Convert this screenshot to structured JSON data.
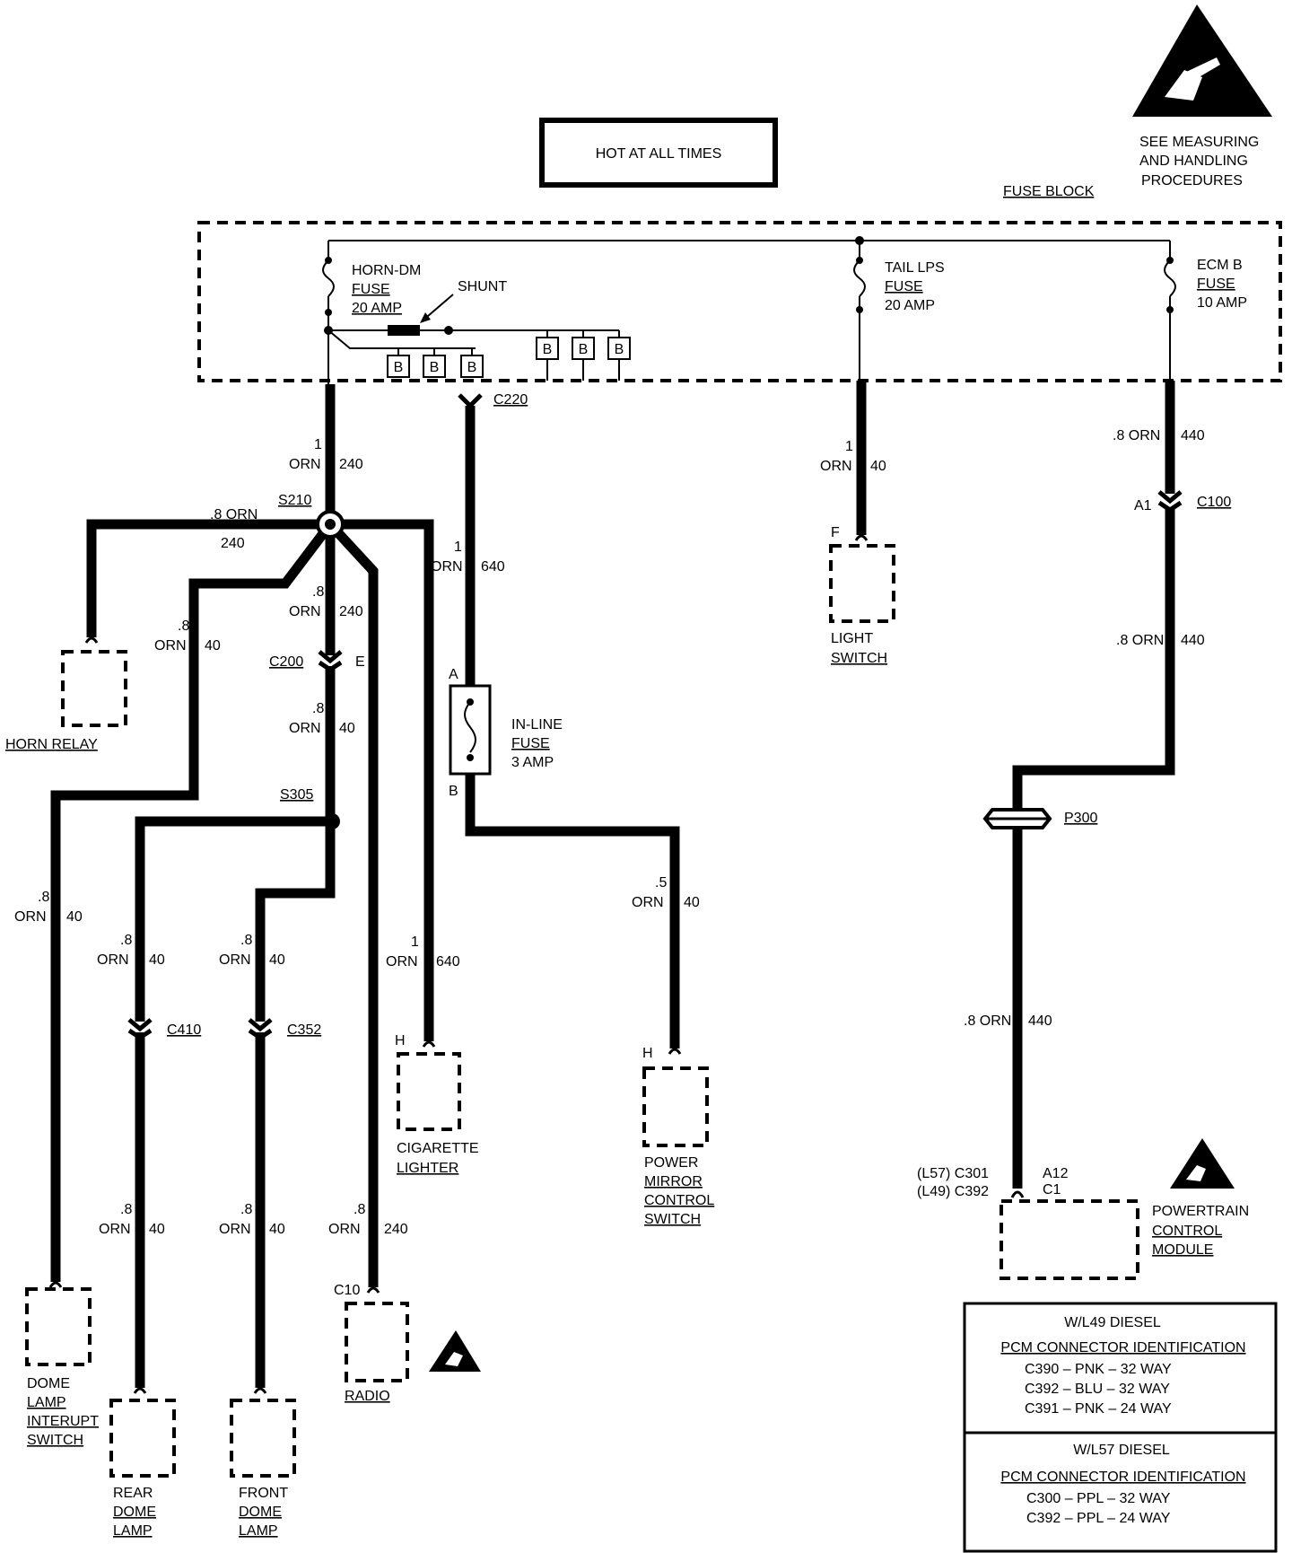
{
  "header": {
    "hot_label": "HOT AT ALL TIMES"
  },
  "esd_note": {
    "line1": "SEE MEASURING",
    "line2": "AND HANDLING",
    "line3": "PROCEDURES"
  },
  "fuse_block": {
    "title": "FUSE BLOCK",
    "horn_fuse": {
      "line1": "HORN-DM",
      "line2": "FUSE",
      "line3": "20 AMP"
    },
    "shunt": "SHUNT",
    "tail_fuse": {
      "line1": "TAIL LPS",
      "line2": "FUSE",
      "line3": "20 AMP"
    },
    "ecm_fuse": {
      "line1": "ECM B",
      "line2": "FUSE",
      "line3": "10 AMP"
    },
    "bus_label": "B"
  },
  "wires": {
    "w240_top": {
      "gauge": "1",
      "color": "ORN",
      "circuit": "240"
    },
    "w240_horn": {
      "gauge": ".8 ORN",
      "circuit": "240"
    },
    "w40_dome_interrupt": {
      "gauge": ".8",
      "color": "ORN",
      "circuit": "40"
    },
    "w240_c200": {
      "gauge": ".8",
      "color": "ORN",
      "circuit": "240"
    },
    "w40_below_c200": {
      "gauge": ".8",
      "color": "ORN",
      "circuit": "40"
    },
    "w640_c220": {
      "gauge": "1",
      "color": "ORN",
      "circuit": "640"
    },
    "w40_tail": {
      "gauge": "1",
      "color": "ORN",
      "circuit": "40"
    },
    "w440_top": {
      "gauge": ".8 ORN",
      "circuit": "440"
    },
    "w440_mid": {
      "gauge": ".8 ORN",
      "circuit": "440"
    },
    "w440_bottom": {
      "gauge": ".8 ORN",
      "circuit": "440"
    },
    "w40_mirror": {
      "gauge": ".5",
      "color": "ORN",
      "circuit": "40"
    },
    "w40_dome_left": {
      "gauge": ".8",
      "color": "ORN",
      "circuit": "40"
    },
    "w40_rear_top": {
      "gauge": ".8",
      "color": "ORN",
      "circuit": "40"
    },
    "w40_front_top": {
      "gauge": ".8",
      "color": "ORN",
      "circuit": "40"
    },
    "w640_lighter": {
      "gauge": "1",
      "color": "ORN",
      "circuit": "640"
    },
    "w40_rear_bottom": {
      "gauge": ".8",
      "color": "ORN",
      "circuit": "40"
    },
    "w40_front_bottom": {
      "gauge": ".8",
      "color": "ORN",
      "circuit": "40"
    },
    "w240_radio": {
      "gauge": ".8",
      "color": "ORN",
      "circuit": "240"
    }
  },
  "connectors": {
    "c220": "C220",
    "s210": "S210",
    "c200": "C200",
    "c200_pin": "E",
    "s305": "S305",
    "c100": "C100",
    "c100_pin": "A1",
    "p300": "P300",
    "c410": "C410",
    "c352": "C352",
    "c10": "C10",
    "pin_a": "A",
    "pin_b": "B",
    "pin_f": "F",
    "pin_h_lighter": "H",
    "pin_h_mirror": "H",
    "pcm_l57": "(L57) C301",
    "pcm_l49": "(L49) C392",
    "pcm_a12": "A12",
    "pcm_c1": "C1"
  },
  "inline_fuse": {
    "line1": "IN-LINE",
    "line2": "FUSE",
    "line3": "3 AMP"
  },
  "components": {
    "horn_relay": "HORN RELAY",
    "light_switch": {
      "line1": "LIGHT",
      "line2": "SWITCH"
    },
    "cigarette_lighter": {
      "line1": "CIGARETTE",
      "line2": "LIGHTER"
    },
    "power_mirror": {
      "line1": "POWER",
      "line2": "MIRROR",
      "line3": "CONTROL",
      "line4": "SWITCH"
    },
    "pcm": {
      "line1": "POWERTRAIN",
      "line2": "CONTROL",
      "line3": "MODULE"
    },
    "dome_interrupt": {
      "line1": "DOME",
      "line2": "LAMP",
      "line3": "INTERUPT",
      "line4": "SWITCH"
    },
    "rear_dome": {
      "line1": "REAR",
      "line2": "DOME",
      "line3": "LAMP"
    },
    "front_dome": {
      "line1": "FRONT",
      "line2": "DOME",
      "line3": "LAMP"
    },
    "radio": "RADIO"
  },
  "pcm_table": {
    "l49_title": "W/L49 DIESEL",
    "l49_heading": "PCM CONNECTOR IDENTIFICATION",
    "l49_rows": [
      "C390 – PNK – 32 WAY",
      "C392 – BLU – 32 WAY",
      "C391 – PNK – 24 WAY"
    ],
    "l57_title": "W/L57 DIESEL",
    "l57_heading": "PCM CONNECTOR IDENTIFICATION",
    "l57_rows": [
      "C300 – PPL – 32 WAY",
      "C392 – PPL – 24 WAY"
    ]
  }
}
